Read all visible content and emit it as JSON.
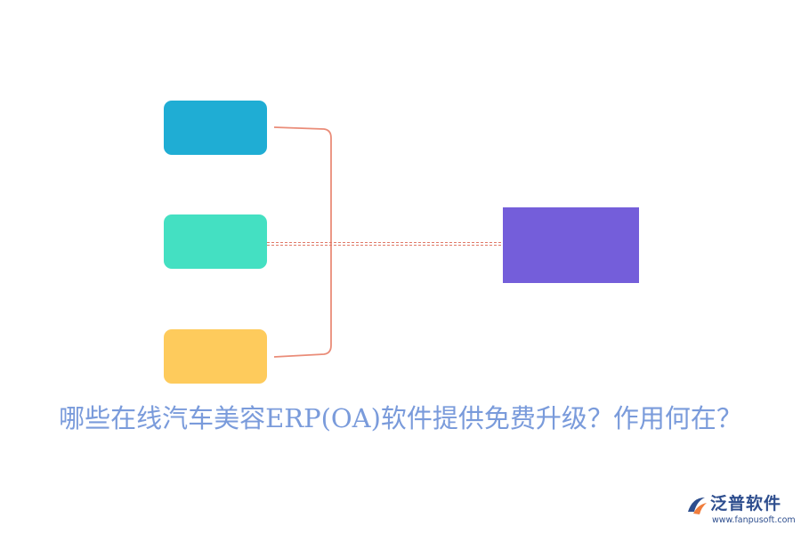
{
  "title": "哪些在线汽车美容ERP(OA)软件提供免费升级？作用何在？",
  "colors": {
    "box_top": "#1FADD4",
    "box_middle": "#44E0C2",
    "box_bottom": "#FECB5C",
    "box_target": "#745EDA",
    "bracket": "#EA8C78",
    "dashed_connector": "#E07968",
    "title": "#7A9BDB",
    "logo_text": "#2E4E8E",
    "logo_accent": "#F07D3C"
  },
  "logo": {
    "name": "泛普软件",
    "url": "www.fanpusoft.com",
    "icon": "fanpu-logo-icon"
  }
}
